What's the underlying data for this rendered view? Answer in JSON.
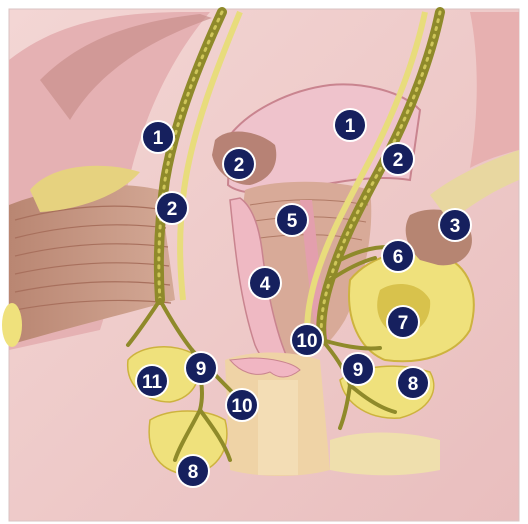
{
  "colors": {
    "background": "#efc9c8",
    "muscle": "#c79b86",
    "muscle_dark": "#a87563",
    "tissue_pink": "#e8a9b3",
    "nerve": "#8f8a2a",
    "nerve_light": "#cfc65a",
    "fat": "#efe17c",
    "fat_dark": "#d8c24c",
    "marker_fill": "#16205e",
    "marker_ring": "#ffffff",
    "marker_text": "#ffffff"
  },
  "markers": [
    {
      "id": "1"
    },
    {
      "id": "1"
    },
    {
      "id": "2"
    },
    {
      "id": "2"
    },
    {
      "id": "2"
    },
    {
      "id": "3"
    },
    {
      "id": "4"
    },
    {
      "id": "5"
    },
    {
      "id": "6"
    },
    {
      "id": "7"
    },
    {
      "id": "8"
    },
    {
      "id": "8"
    },
    {
      "id": "9"
    },
    {
      "id": "9"
    },
    {
      "id": "10"
    },
    {
      "id": "10"
    },
    {
      "id": "11"
    }
  ]
}
